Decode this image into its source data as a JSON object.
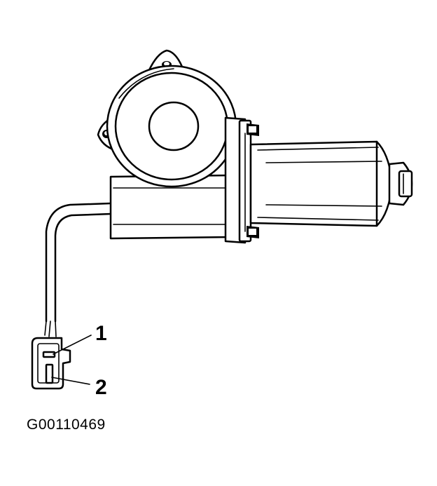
{
  "diagram": {
    "subject": "window-regulator-motor-with-connector",
    "callouts": [
      {
        "number": "1",
        "target": "connector-terminal-1"
      },
      {
        "number": "2",
        "target": "connector-terminal-2"
      }
    ],
    "figure_id": "G00110469"
  },
  "colors": {
    "line": "#000000",
    "background": "#ffffff"
  }
}
